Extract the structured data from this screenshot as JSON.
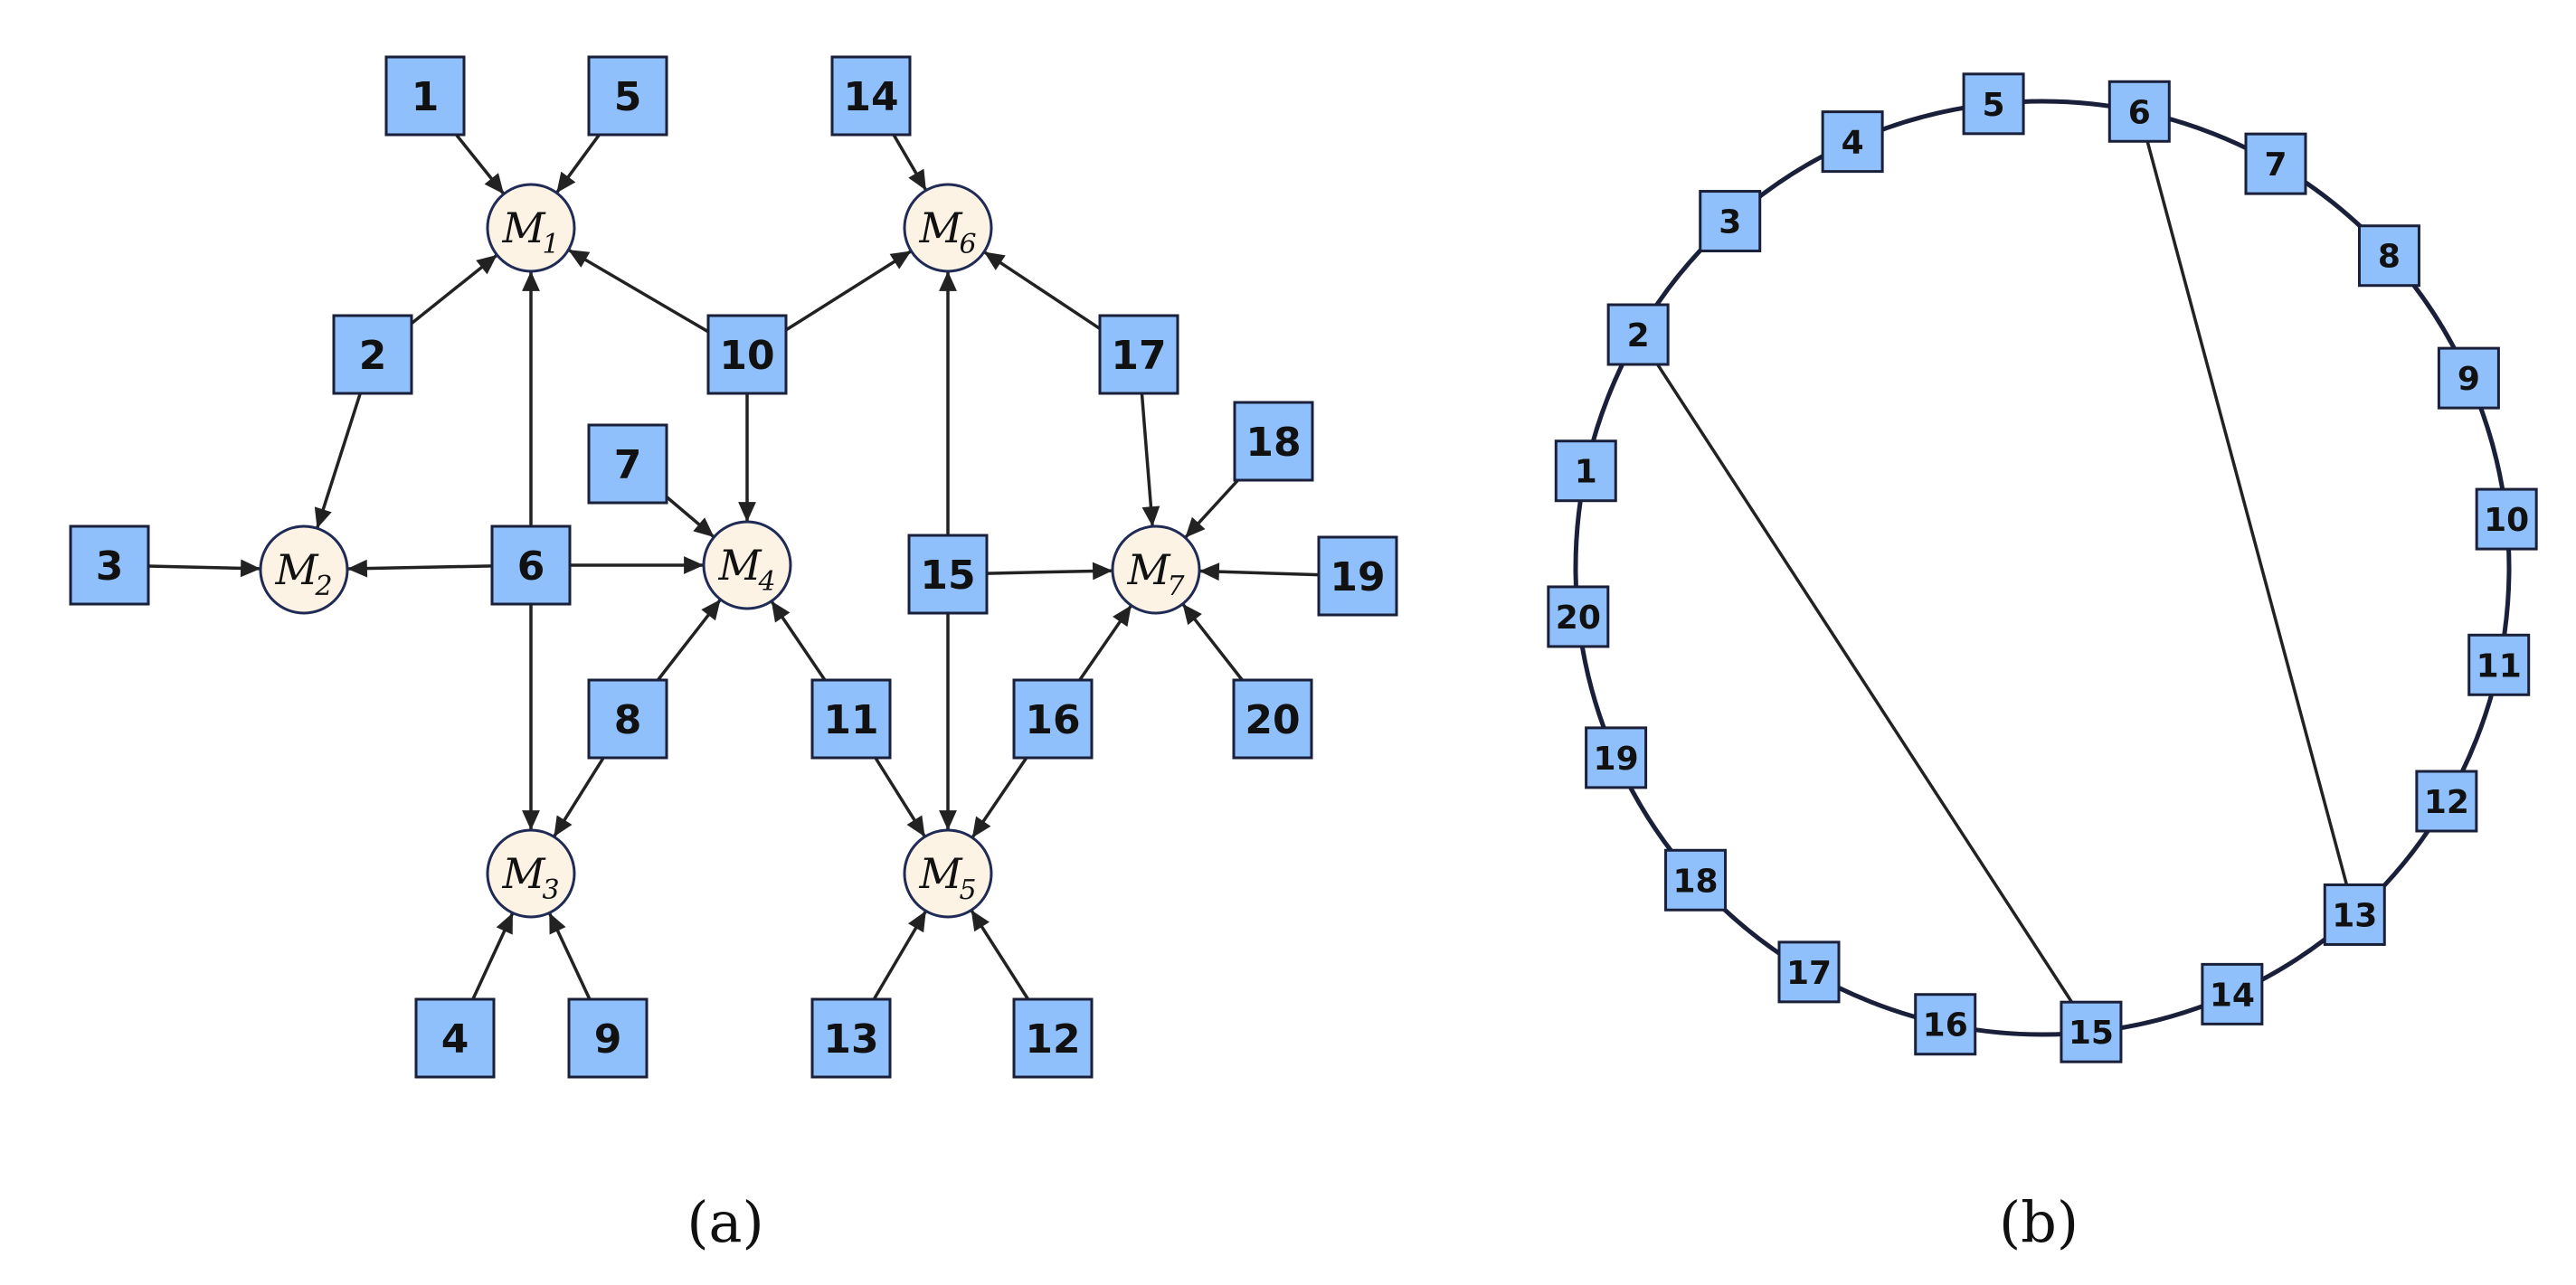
{
  "colors": {
    "box_fill": "#8fc0fb",
    "box_stroke": "#1a1f3a",
    "machine_fill": "#fdf3e4",
    "machine_stroke": "#1f2a55",
    "edge": "#222222",
    "ring": "#1a1f3a"
  },
  "panel_a": {
    "caption": "(a)",
    "machines": [
      {
        "id": "M1",
        "letter": "M",
        "sub": "1"
      },
      {
        "id": "M2",
        "letter": "M",
        "sub": "2"
      },
      {
        "id": "M3",
        "letter": "M",
        "sub": "3"
      },
      {
        "id": "M4",
        "letter": "M",
        "sub": "4"
      },
      {
        "id": "M5",
        "letter": "M",
        "sub": "5"
      },
      {
        "id": "M6",
        "letter": "M",
        "sub": "6"
      },
      {
        "id": "M7",
        "letter": "M",
        "sub": "7"
      }
    ],
    "nodes": [
      "1",
      "2",
      "3",
      "4",
      "5",
      "6",
      "7",
      "8",
      "9",
      "10",
      "11",
      "12",
      "13",
      "14",
      "15",
      "16",
      "17",
      "18",
      "19",
      "20"
    ],
    "edges": [
      {
        "from": "1",
        "to": "M1"
      },
      {
        "from": "5",
        "to": "M1"
      },
      {
        "from": "2",
        "to": "M1"
      },
      {
        "from": "10",
        "to": "M1"
      },
      {
        "from": "6",
        "to": "M1"
      },
      {
        "from": "2",
        "to": "M2"
      },
      {
        "from": "3",
        "to": "M2"
      },
      {
        "from": "6",
        "to": "M2"
      },
      {
        "from": "6",
        "to": "M3"
      },
      {
        "from": "8",
        "to": "M3"
      },
      {
        "from": "4",
        "to": "M3"
      },
      {
        "from": "9",
        "to": "M3"
      },
      {
        "from": "7",
        "to": "M4"
      },
      {
        "from": "10",
        "to": "M4"
      },
      {
        "from": "6",
        "to": "M4"
      },
      {
        "from": "8",
        "to": "M4"
      },
      {
        "from": "11",
        "to": "M4"
      },
      {
        "from": "11",
        "to": "M5"
      },
      {
        "from": "15",
        "to": "M5"
      },
      {
        "from": "16",
        "to": "M5"
      },
      {
        "from": "13",
        "to": "M5"
      },
      {
        "from": "12",
        "to": "M5"
      },
      {
        "from": "14",
        "to": "M6"
      },
      {
        "from": "10",
        "to": "M6"
      },
      {
        "from": "15",
        "to": "M6"
      },
      {
        "from": "17",
        "to": "M6"
      },
      {
        "from": "17",
        "to": "M7"
      },
      {
        "from": "18",
        "to": "M7"
      },
      {
        "from": "15",
        "to": "M7"
      },
      {
        "from": "19",
        "to": "M7"
      },
      {
        "from": "16",
        "to": "M7"
      },
      {
        "from": "20",
        "to": "M7"
      }
    ]
  },
  "panel_b": {
    "caption": "(b)",
    "ring_nodes": [
      "5",
      "6",
      "7",
      "8",
      "9",
      "10",
      "11",
      "12",
      "13",
      "14",
      "15",
      "16",
      "17",
      "18",
      "19",
      "20",
      "1",
      "2",
      "3",
      "4"
    ],
    "chords": [
      {
        "from": "2",
        "to": "15"
      },
      {
        "from": "6",
        "to": "13"
      }
    ]
  }
}
